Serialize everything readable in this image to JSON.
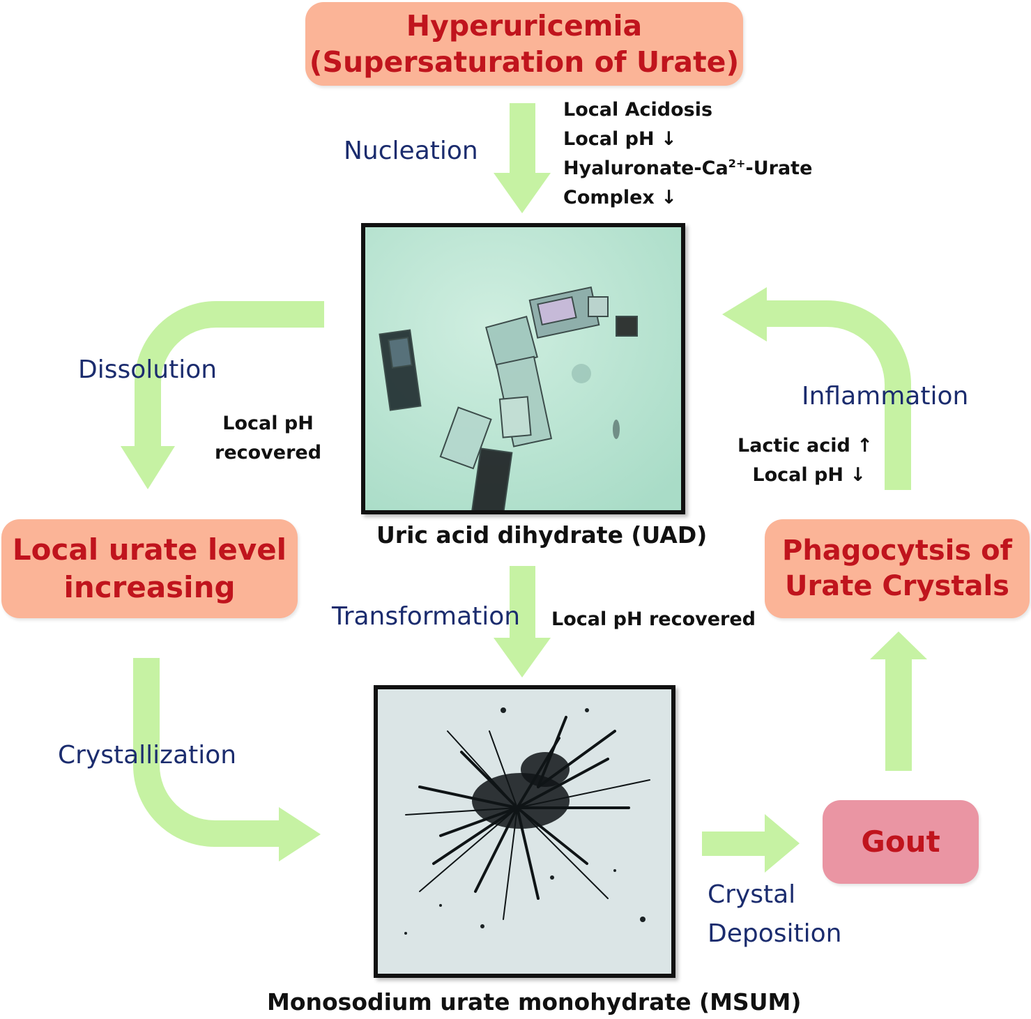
{
  "nodes": {
    "hyperuricemia": {
      "line1": "Hyperuricemia",
      "line2": "(Supersaturation of Urate)"
    },
    "local_urate": {
      "line1": "Local urate level",
      "line2": "increasing"
    },
    "phagocytosis": {
      "line1": "Phagocytsis of",
      "line2": "Urate Crystals"
    },
    "gout": {
      "label": "Gout"
    }
  },
  "processes": {
    "nucleation": "Nucleation",
    "dissolution": "Dissolution",
    "inflammation": "Inflammation",
    "transformation": "Transformation",
    "crystallization": "Crystallization",
    "crystal_deposition_line1": "Crystal",
    "crystal_deposition_line2": "Deposition"
  },
  "notes": {
    "nucleation": {
      "line1": "Local Acidosis",
      "line2": "Local pH ↓",
      "line3_pre": "Hyaluronate-Ca",
      "line3_sup": "2+",
      "line3_post": "-Urate",
      "line4": "Complex ↓"
    },
    "dissolution": {
      "line1": "Local pH",
      "line2": "recovered"
    },
    "inflammation": {
      "line1": "Lactic acid ↑",
      "line2": "Local pH ↓"
    },
    "transformation": "Local pH recovered"
  },
  "images": {
    "uad_caption": "Uric acid dihydrate (UAD)",
    "msum_caption": "Monosodium urate monohydrate (MSUM)"
  },
  "colors": {
    "arrow": "#c6f2a3",
    "box": "#fbb497",
    "box_text": "#c0141d",
    "gout_box": "#ea95a3",
    "process_text": "#1b2c6e",
    "uad_background": "#bfe7d6",
    "msum_background": "#dbe5e6"
  }
}
